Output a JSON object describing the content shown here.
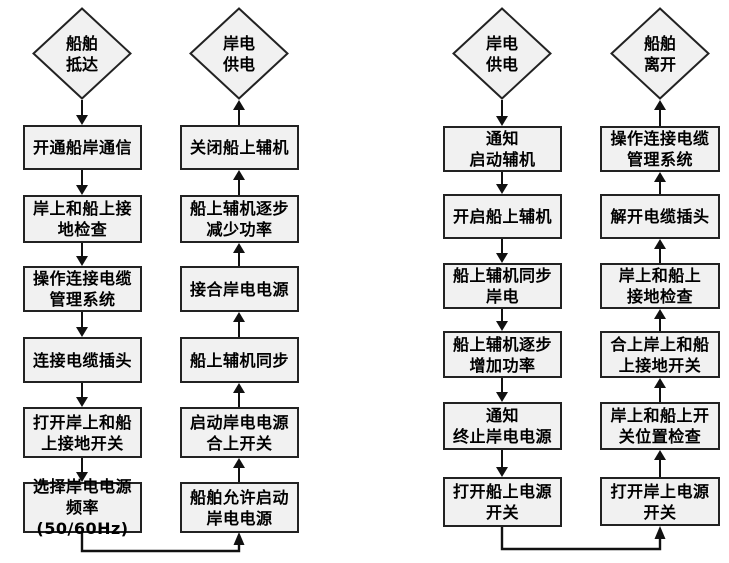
{
  "colors": {
    "box_fill": "#f1f1f1",
    "box_border": "#222222",
    "line": "#111111",
    "text": "#000000",
    "background": "#ffffff"
  },
  "flow_left": {
    "start_label": "船舶\n抵达",
    "end_label": "岸电\n供电",
    "down_steps": [
      "开通船岸通信",
      "岸上和船上接\n地检查",
      "操作连接电缆\n管理系统",
      "连接电缆插头",
      "打开岸上和船\n上接地开关",
      "选择岸电电源\n频率(50/60Hz)"
    ],
    "up_steps": [
      "关闭船上辅机",
      "船上辅机逐步\n减少功率",
      "接合岸电电源",
      "船上辅机同步",
      "启动岸电电源\n合上开关",
      "船舶允许启动\n岸电电源"
    ]
  },
  "flow_right": {
    "start_label": "岸电\n供电",
    "end_label": "船舶\n离开",
    "down_steps": [
      "通知\n启动辅机",
      "开启船上辅机",
      "船上辅机同步\n岸电",
      "船上辅机逐步\n增加功率",
      "通知\n终止岸电电源",
      "打开船上电源\n开关"
    ],
    "up_steps": [
      "操作连接电缆\n管理系统",
      "解开电缆插头",
      "岸上和船上\n接地检查",
      "合上岸上和船\n上接地开关",
      "岸上和船上开\n关位置检查",
      "打开岸上电源\n开关"
    ]
  }
}
